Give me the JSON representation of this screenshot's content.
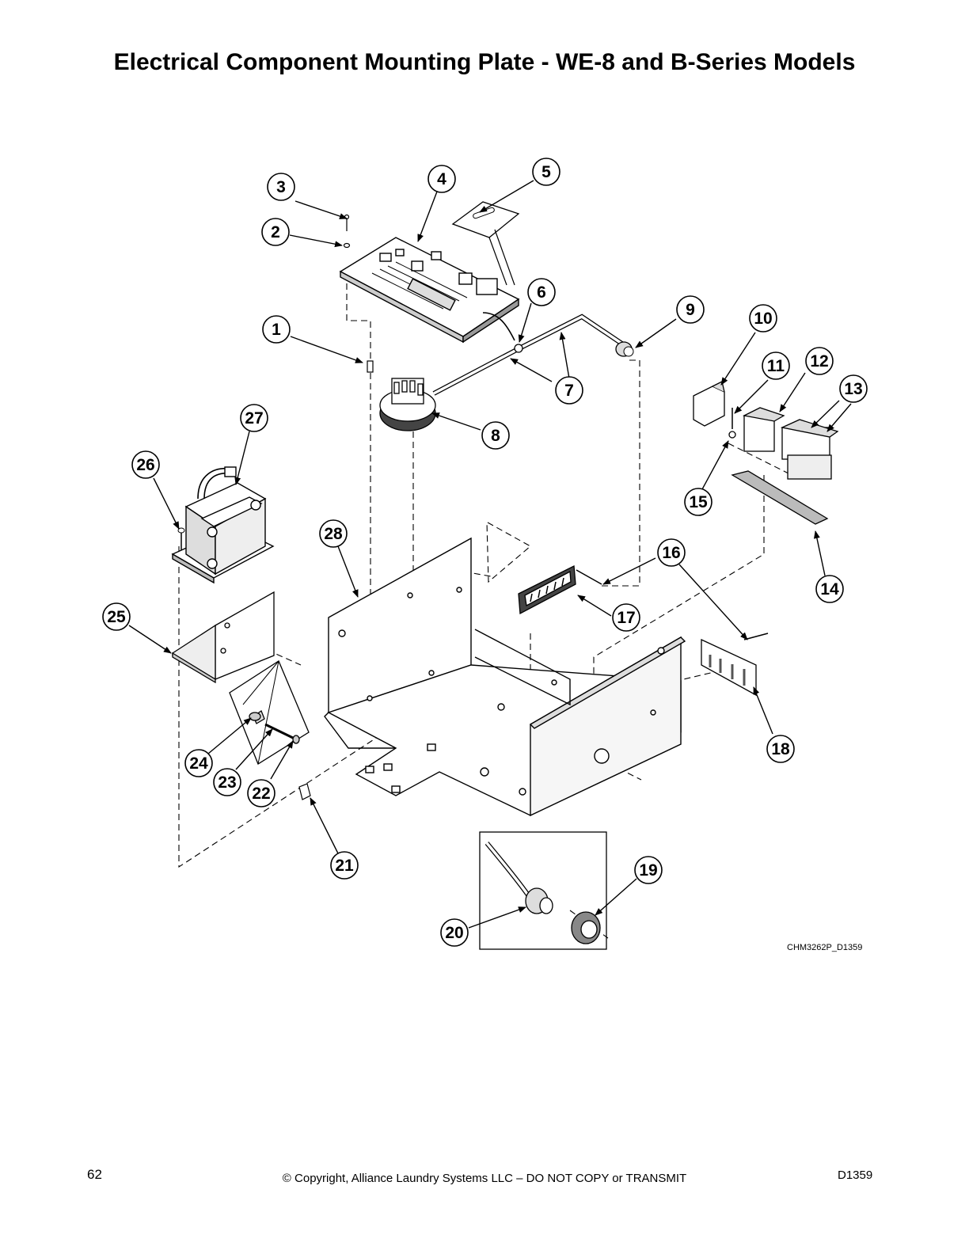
{
  "title": "Electrical Component Mounting Plate - WE-8 and B-Series Models",
  "drawing_code": "CHM3262P_D1359",
  "callouts": [
    "1",
    "2",
    "3",
    "4",
    "5",
    "6",
    "7",
    "7",
    "8",
    "9",
    "10",
    "11",
    "12",
    "13",
    "14",
    "15",
    "16",
    "17",
    "18",
    "19",
    "20",
    "21",
    "22",
    "23",
    "24",
    "25",
    "26",
    "27",
    "28"
  ],
  "footer": {
    "page_number": "62",
    "copyright": "© Copyright, Alliance Laundry Systems LLC – DO NOT COPY or TRANSMIT",
    "doc_id": "D1359"
  }
}
